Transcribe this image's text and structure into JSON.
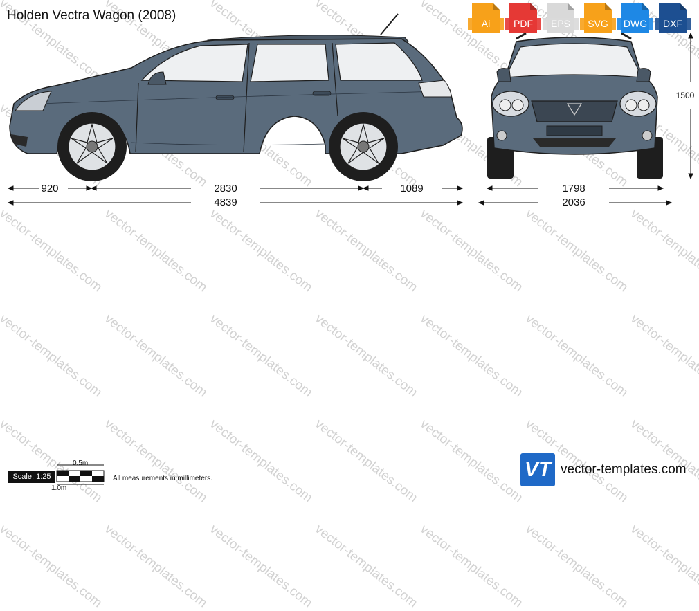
{
  "title": "Holden Vectra Wagon (2008)",
  "watermark_text": "vector-templates.com",
  "formats": [
    {
      "label": "Ai",
      "color": "#f7a11a"
    },
    {
      "label": "PDF",
      "color": "#e53935"
    },
    {
      "label": "EPS",
      "color": "#d9d9d9"
    },
    {
      "label": "SVG",
      "color": "#f7a11a"
    },
    {
      "label": "DWG",
      "color": "#1e88e5"
    },
    {
      "label": "DXF",
      "color": "#1d4f91"
    }
  ],
  "dimensions": {
    "front_overhang": "920",
    "wheelbase": "2830",
    "rear_overhang": "1089",
    "length": "4839",
    "height": "1500",
    "track": "1798",
    "width": "2036"
  },
  "scale": {
    "label": "Scale: 1:25",
    "half_meter": "0.5m",
    "one_meter": "1.0m"
  },
  "note": "All measurements in millimeters.",
  "logo": {
    "mark": "VT",
    "text": "vector-templates.com",
    "color": "#1f69c7"
  },
  "colors": {
    "body": "#5a6b7c",
    "window": "#eef0f2",
    "dark": "#1e1e1e"
  }
}
